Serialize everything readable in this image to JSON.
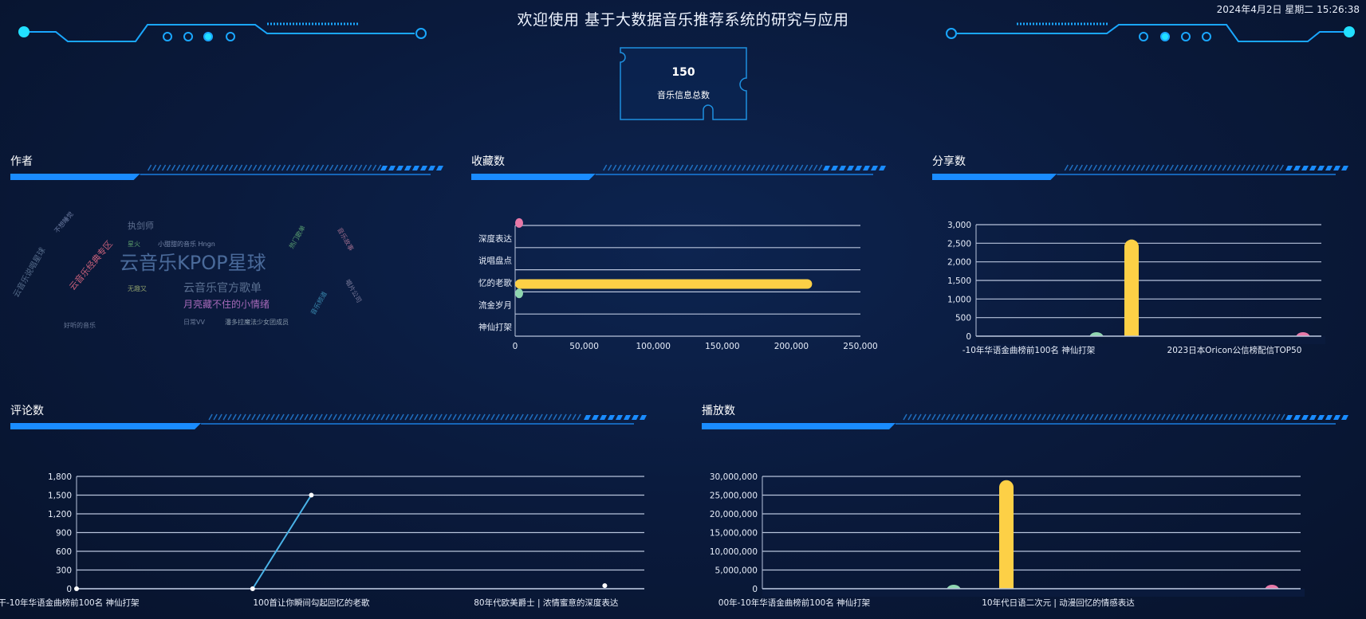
{
  "header": {
    "title": "欢迎使用 基于大数据音乐推荐系统的研究与应用",
    "datetime": "2024年4月2日 星期二 15:26:38"
  },
  "summary": {
    "value": "150",
    "label": "音乐信息总数"
  },
  "colors": {
    "accent": "#1a8cff",
    "yellow": "#fdd046",
    "green": "#8fd6b0",
    "pink": "#e879a8",
    "line": "#4ab3e8"
  },
  "panels": {
    "author": {
      "title": "作者",
      "words": [
        {
          "text": "云音乐KPOP星球",
          "color": "#4a6a9a"
        },
        {
          "text": "云音乐官方歌单",
          "color": "#5a6f90"
        },
        {
          "text": "月亮藏不住的小情绪",
          "color": "#a569b8"
        },
        {
          "text": "云音乐经典专区",
          "color": "#c8607a"
        },
        {
          "text": "云音乐说唱星球",
          "color": "#546a88"
        },
        {
          "text": "执剑师",
          "color": "#5f7090"
        },
        {
          "text": "小甜甜的音乐 Hngn",
          "color": "#7788aa"
        },
        {
          "text": "无趣又",
          "color": "#8a9a6a"
        },
        {
          "text": "日常VV",
          "color": "#6a7a99"
        },
        {
          "text": "潘多拉魔法少女团成员",
          "color": "#8899aa"
        },
        {
          "text": "不想睡觉",
          "color": "#6a7aa0"
        },
        {
          "text": "星火",
          "color": "#5a9a6a"
        },
        {
          "text": "好听的音乐",
          "color": "#6a7a99"
        },
        {
          "text": "热门歌单",
          "color": "#5aa070"
        },
        {
          "text": "音乐故事",
          "color": "#9a6a8a"
        },
        {
          "text": "音乐频道",
          "color": "#3a8ab0"
        },
        {
          "text": "唱片公司",
          "color": "#7a7a9a"
        }
      ]
    },
    "favorites": {
      "title": "收藏数"
    },
    "shares": {
      "title": "分享数"
    },
    "comments": {
      "title": "评论数"
    },
    "plays": {
      "title": "播放数"
    }
  },
  "chart_data": [
    {
      "id": "favorites",
      "type": "bar",
      "orientation": "horizontal",
      "categories": [
        "神仙打架",
        "流金岁月",
        "忆的老歌",
        "说唱盘点",
        "深度表达"
      ],
      "bars": [
        {
          "category": "深度表达",
          "value": 800,
          "color": "#e879a8"
        },
        {
          "category": "忆的老歌",
          "value": 215000,
          "color": "#fdd046"
        },
        {
          "category": "流金岁月",
          "value": 5000,
          "color": "#8fd6b0"
        }
      ],
      "xlim": [
        0,
        250000
      ],
      "xticks": [
        "0",
        "50,000",
        "100,000",
        "150,000",
        "200,000",
        "250,000"
      ],
      "grid": true
    },
    {
      "id": "shares",
      "type": "bar",
      "xlabels": [
        "-10年华语金曲榜前100名 神仙打架",
        "2023日本Oricon公信榜配信TOP50"
      ],
      "bars": [
        {
          "value": 80,
          "color": "#8fd6b0"
        },
        {
          "value": 2600,
          "color": "#fdd046"
        },
        {
          "value": 15,
          "color": "#e879a8"
        }
      ],
      "ylim": [
        0,
        3000
      ],
      "yticks": [
        "0",
        "500",
        "1,000",
        "1,500",
        "2,000",
        "2,500",
        "3,000"
      ],
      "grid": true
    },
    {
      "id": "comments",
      "type": "line",
      "xlabels": [
        "干-10年华语金曲榜前100名 神仙打架",
        "100首让你瞬间勾起回忆的老歌",
        "80年代欧美爵士 | 浓情蜜意的深度表达"
      ],
      "values": [
        0,
        null,
        null,
        0,
        1500,
        null,
        null,
        null,
        null,
        50
      ],
      "ylim": [
        0,
        1800
      ],
      "yticks": [
        "0",
        "300",
        "600",
        "900",
        "1,200",
        "1,500",
        "1,800"
      ],
      "grid": true
    },
    {
      "id": "plays",
      "type": "bar",
      "xlabels": [
        "00年-10年华语金曲榜前100名 神仙打架",
        "10年代日语二次元 | 动漫回忆的情感表达"
      ],
      "bars": [
        {
          "value": 1000000,
          "color": "#8fd6b0"
        },
        {
          "value": 29000000,
          "color": "#fdd046"
        },
        {
          "value": 20000,
          "color": "#e879a8"
        }
      ],
      "ylim": [
        0,
        30000000
      ],
      "yticks": [
        "0",
        "5,000,000",
        "10,000,000",
        "15,000,000",
        "20,000,000",
        "25,000,000",
        "30,000,000"
      ],
      "grid": true
    }
  ]
}
